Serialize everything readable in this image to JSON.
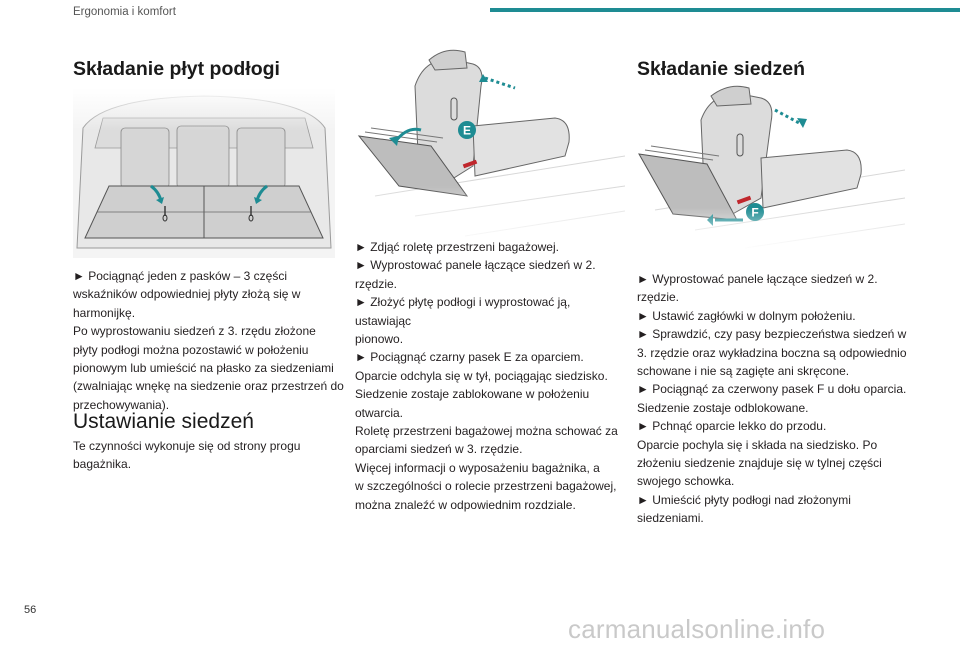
{
  "header": {
    "section": "Ergonomia i komfort"
  },
  "page_number": "56",
  "watermark": "carmanualsonline.info",
  "col1": {
    "title": "Składanie płyt podłogi",
    "para1": [
      "► Pociągnąć jeden z pasków – 3 części",
      "wskaźników odpowiedniej płyty złożą się w",
      "harmonijkę.",
      "Po wyprostowaniu siedzeń z 3. rzędu złożone",
      "płyty podłogi można pozostawić w położeniu",
      "pionowym lub umieścić na płasko za siedzeniami",
      "(zwalniając wnękę na siedzenie oraz przestrzeń do",
      "przechowywania)."
    ],
    "title2": "Ustawianie siedzeń",
    "para2": [
      "Te czynności wykonuje się od strony progu",
      "bagażnika."
    ]
  },
  "col2": {
    "badge": "E",
    "lines": [
      "► Zdjąć roletę przestrzeni bagażowej.",
      "► Wyprostować panele łączące siedzeń w 2.",
      "rzędzie.",
      "► Złożyć płytę podłogi i wyprostować ją, ustawiając",
      "pionowo.",
      "► Pociągnąć czarny pasek E za oparciem.",
      "Oparcie odchyla się w tył, pociągając siedzisko.",
      "Siedzenie zostaje zablokowane w położeniu",
      "otwarcia.",
      "Roletę przestrzeni bagażowej można schować za",
      "oparciami siedzeń w 3. rzędzie.",
      "Więcej informacji o wyposażeniu bagażnika, a",
      "w szczególności o rolecie przestrzeni bagażowej,",
      "można znaleźć w odpowiednim rozdziale."
    ]
  },
  "col3": {
    "title": "Składanie siedzeń",
    "badge": "F",
    "lines": [
      "► Wyprostować panele łączące siedzeń w 2.",
      "rzędzie.",
      "► Ustawić zagłówki w dolnym położeniu.",
      "► Sprawdzić, czy pasy bezpieczeństwa siedzeń w",
      "3. rzędzie oraz wykładzina boczna są odpowiednio",
      "schowane i nie są zagięte ani skręcone.",
      "► Pociągnąć za czerwony pasek F u dołu oparcia.",
      "Siedzenie zostaje odblokowane.",
      "► Pchnąć oparcie lekko do przodu.",
      "Oparcie pochyla się i składa na siedzisko. Po",
      "złożeniu siedzenie znajduje się w tylnej części",
      "swojego schowka.",
      "► Umieścić płyty podłogi nad złożonymi",
      "siedzeniami."
    ]
  }
}
